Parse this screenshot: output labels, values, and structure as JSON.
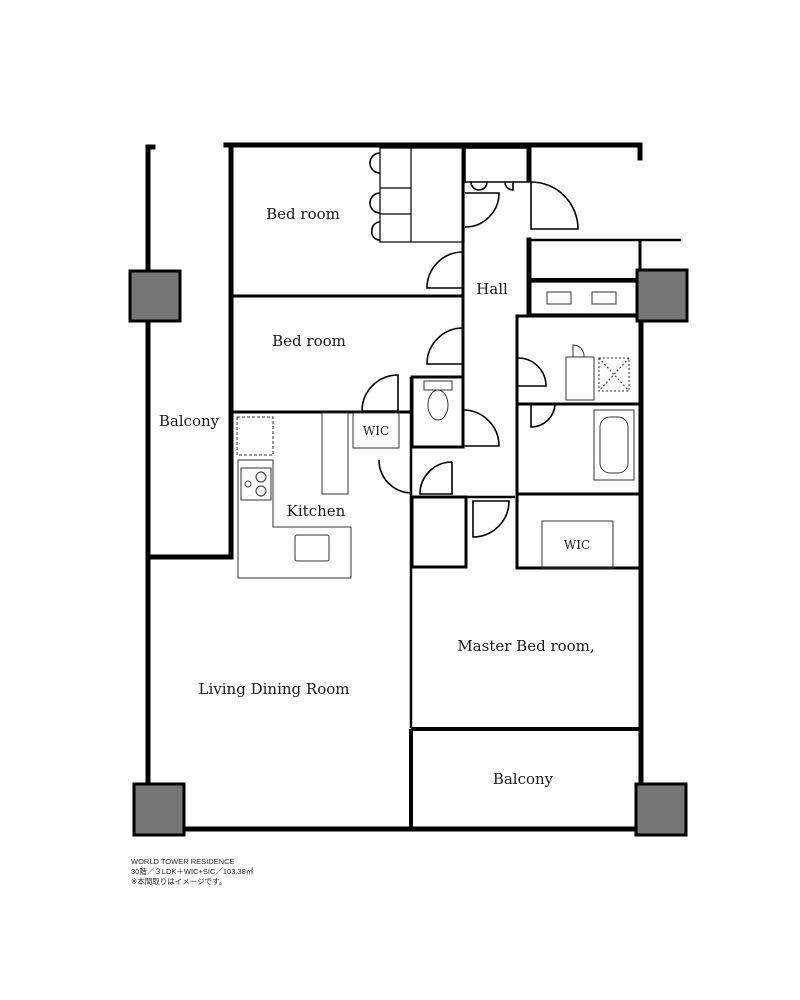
{
  "plan": {
    "rooms": {
      "bedroom_1": "Bed room",
      "bedroom_2": "Bed room",
      "hall": "Hall",
      "balcony_west": "Balcony",
      "wic_kitchen": "WIC",
      "kitchen": "Kitchen",
      "wic_master": "WIC",
      "master_bedroom": "Master Bed room,",
      "living_dining": "Living Dining Room",
      "balcony_south": "Balcony"
    },
    "colors": {
      "wall": "#000000",
      "column": "#767676",
      "fixture": "#555555",
      "background": "#ffffff"
    }
  },
  "caption": {
    "building": "WORLD TOWER RESIDENCE",
    "spec": "30階／３LDK＋WIC+SIC／103.38㎡",
    "note": "※本間取りはイメージです。"
  }
}
